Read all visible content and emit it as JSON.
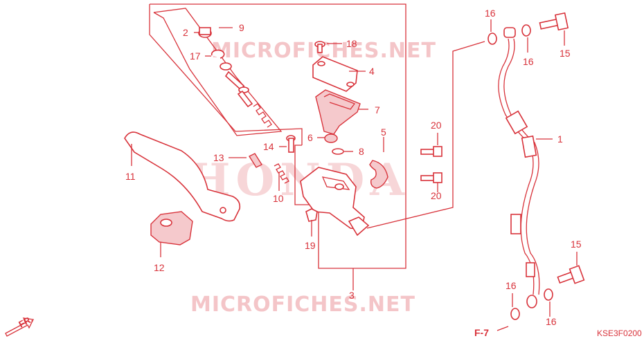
{
  "watermarks": {
    "top": "MICROFICHES.NET",
    "center": "HONDA",
    "bottom": "MICROFICHES.NET"
  },
  "callouts": {
    "c1": "1",
    "c2": "2",
    "c3": "3",
    "c4": "4",
    "c5": "5",
    "c6": "6",
    "c7": "7",
    "c8": "8",
    "c9": "9",
    "c10": "10",
    "c11": "11",
    "c12": "12",
    "c13": "13",
    "c14": "14",
    "c15a": "15",
    "c15b": "15",
    "c16a": "16",
    "c16b": "16",
    "c16c": "16",
    "c16d": "16",
    "c17": "17",
    "c18": "18",
    "c19": "19",
    "c20a": "20",
    "c20b": "20"
  },
  "direction_label": "FR.",
  "ref_label": "F-7",
  "diagram_code": "KSE3F0200",
  "colors": {
    "line": "#d8323a",
    "watermark": "#f4c5c8",
    "background": "#ffffff"
  }
}
